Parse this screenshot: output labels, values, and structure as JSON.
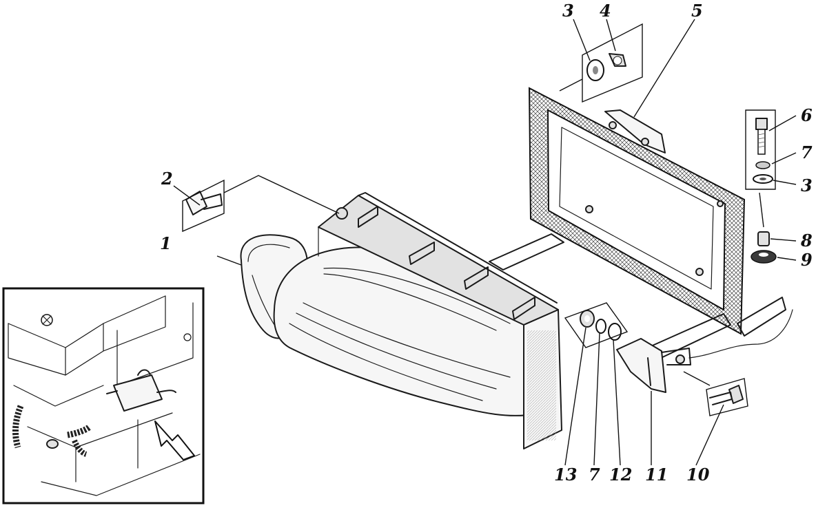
{
  "callouts": {
    "c1": "1",
    "c2": "2",
    "c3a": "3",
    "c4": "4",
    "c5": "5",
    "c6": "6",
    "c7a": "7",
    "c3b": "3",
    "c8": "8",
    "c9": "9",
    "c13": "13",
    "c7b": "7",
    "c12": "12",
    "c11": "11",
    "c10": "10"
  }
}
